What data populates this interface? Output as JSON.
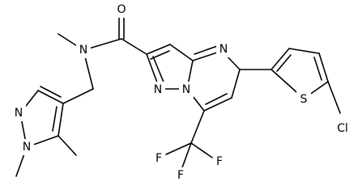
{
  "molecule": {
    "atoms": {
      "oxygen": "O",
      "amide_nitrogen": "N",
      "pyrimidine_nitrogen": "N",
      "pyrazole_bridge_nitrogen": "N",
      "pyrazole_imine_nitrogen": "N",
      "pyrazole2_imine_nitrogen": "N",
      "pyrazole2_methyl_nitrogen": "N",
      "thiophene_sulfur": "S",
      "chlorine": "Cl",
      "fluorine_left": "F",
      "fluorine_bottom": "F",
      "fluorine_right": "F"
    }
  }
}
